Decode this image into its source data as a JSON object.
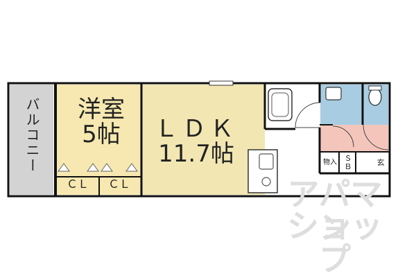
{
  "floor_plan": {
    "rooms": {
      "balcony": "バルコニー",
      "western_room_name": "洋室",
      "western_room_size": "5帖",
      "ldk_name": "ＬＤＫ",
      "ldk_size": "11.7帖",
      "closet_1": "ＣＬ",
      "closet_2": "ＣＬ",
      "storage": "物入",
      "shoe_box": "ＳＢ",
      "entrance": "玄"
    },
    "watermark": {
      "line1": "アパマン",
      "line2": "ショップ"
    },
    "colors": {
      "western_room": "#f6e8b0",
      "ldk": "#f2e6b2",
      "balcony": "#d3d3d3",
      "washroom": "#a8cde2",
      "hallway": "#f4c6bb",
      "wall": "#111111"
    }
  }
}
